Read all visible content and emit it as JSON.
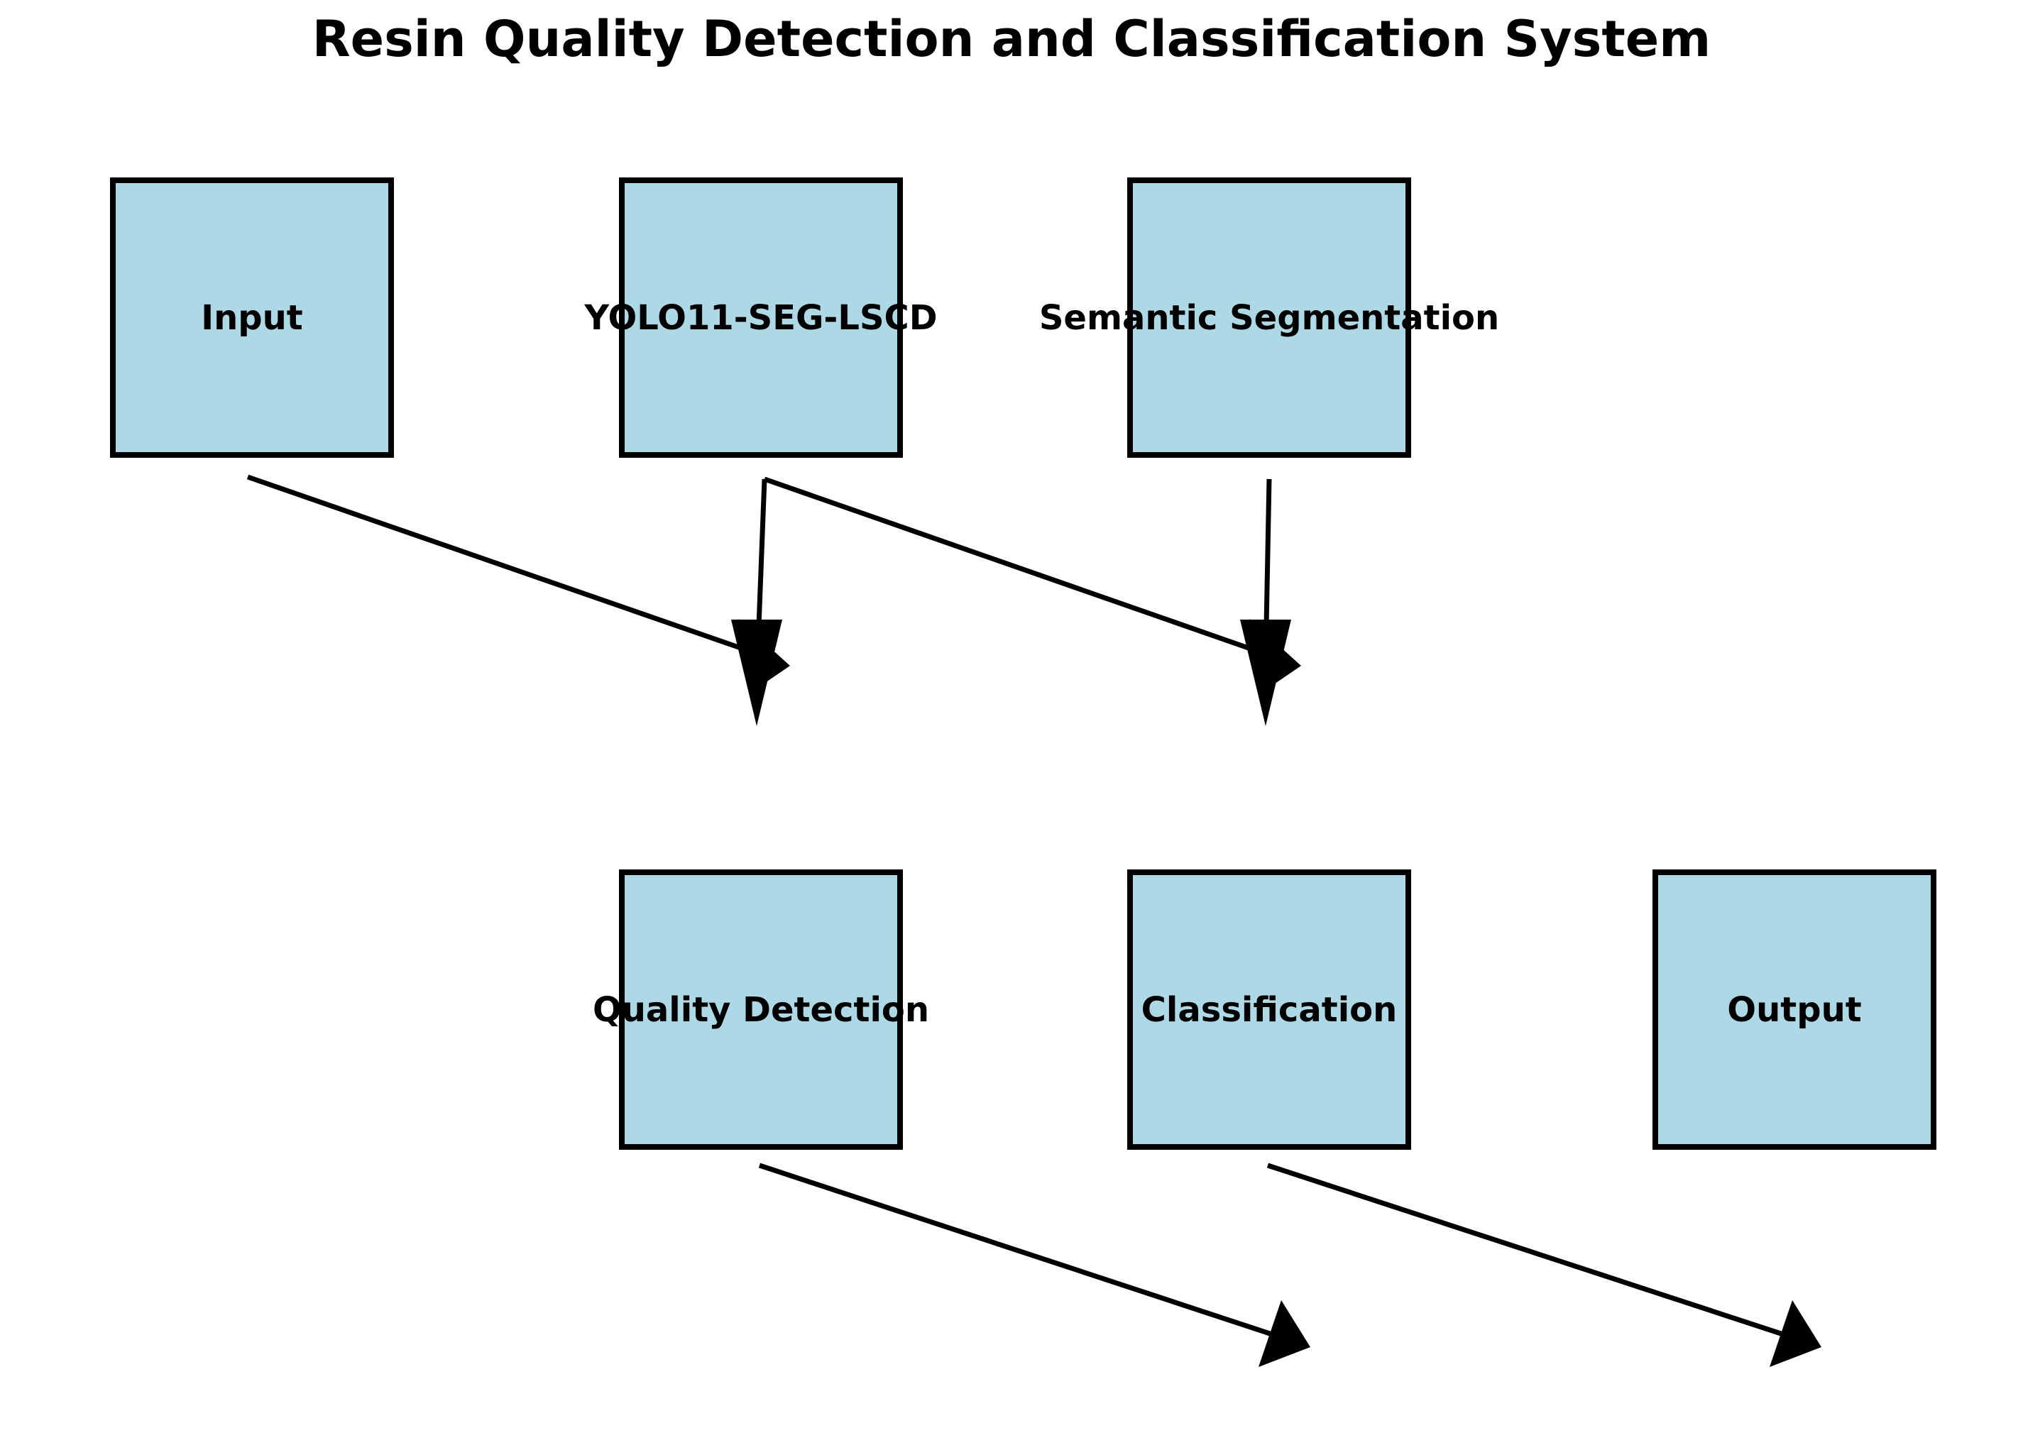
{
  "title": "Resin Quality Detection and Classification System",
  "nodes": [
    {
      "id": "input",
      "label": "Input"
    },
    {
      "id": "yolo11-seg-lscd",
      "label": "YOLO11-SEG-LSCD"
    },
    {
      "id": "semantic-segmentation",
      "label": "Semantic Segmentation"
    },
    {
      "id": "quality-detection",
      "label": "Quality Detection"
    },
    {
      "id": "classification",
      "label": "Classification"
    },
    {
      "id": "output",
      "label": "Output"
    }
  ],
  "colors": {
    "node_fill": "#ADD8E6",
    "node_border": "#000000",
    "arrow": "#000000",
    "background": "#FFFFFF",
    "title_color": "#000000"
  }
}
